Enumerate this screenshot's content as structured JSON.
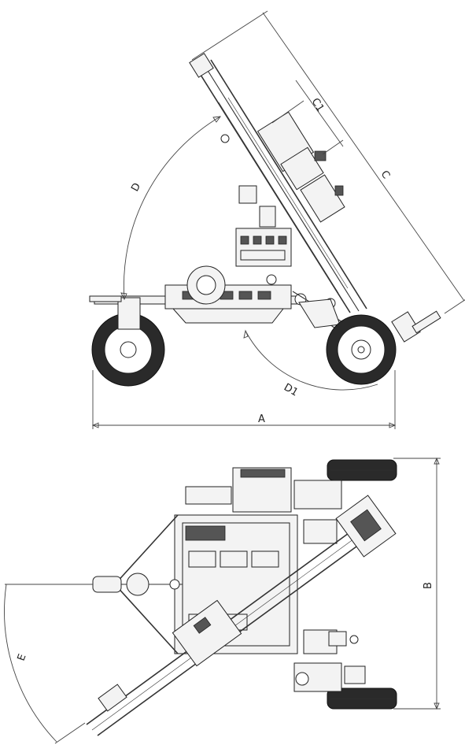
{
  "side_view": {
    "dimensions": [
      {
        "id": "A",
        "label": "A"
      },
      {
        "id": "C",
        "label": "C"
      },
      {
        "id": "C1",
        "label": "C1"
      },
      {
        "id": "D",
        "label": "D"
      },
      {
        "id": "D1",
        "label": "D1"
      }
    ]
  },
  "top_view": {
    "dimensions": [
      {
        "id": "B",
        "label": "B"
      },
      {
        "id": "E",
        "label": "E"
      }
    ]
  },
  "colors": {
    "line": "#333333",
    "tire": "#2a2a2a",
    "background": "#ffffff"
  }
}
